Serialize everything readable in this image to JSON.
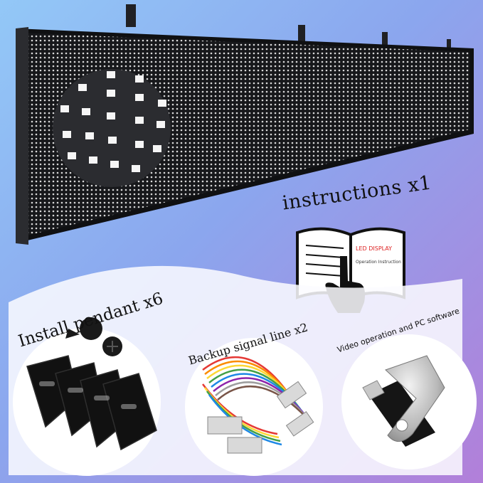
{
  "labels": {
    "instructions": "instructions x1",
    "book_title": "LED DISPLAY",
    "book_subtitle": "Operation Instruction",
    "pendant": "Install pendant x6",
    "signal": "Backup signal line x2",
    "software": "Video operation and PC software"
  },
  "colors": {
    "bg_top": "#7fb2ee",
    "bg_bottom": "#a77cd8",
    "panel": "#1b1c1f",
    "led": "#f2f2f2",
    "book_title": "#dd2222"
  }
}
